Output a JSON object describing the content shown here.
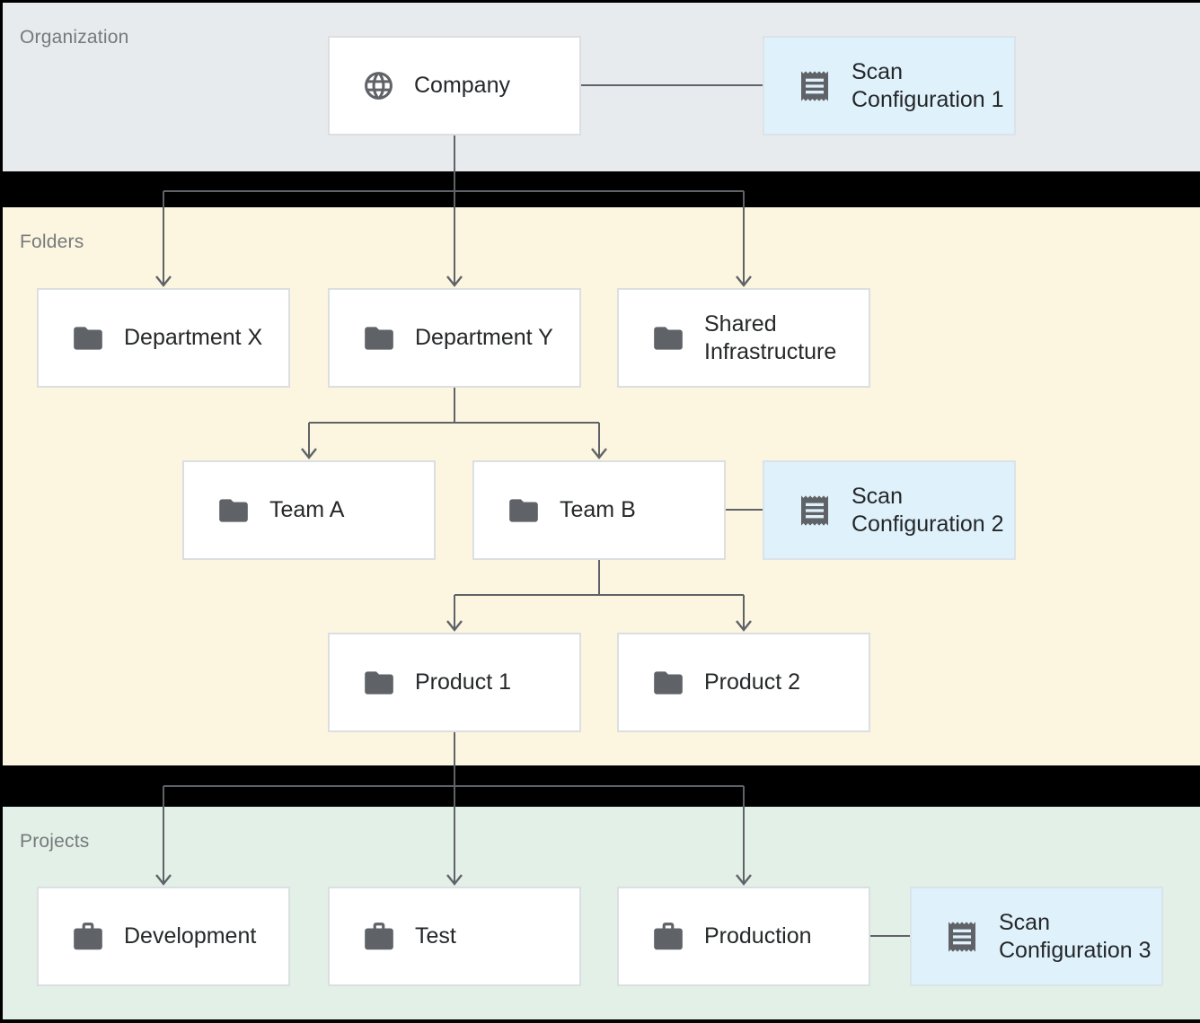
{
  "sections": [
    {
      "id": "organization",
      "label": "Organization"
    },
    {
      "id": "folders",
      "label": "Folders"
    },
    {
      "id": "projects",
      "label": "Projects"
    }
  ],
  "nodes": {
    "company": {
      "label": "Company",
      "icon": "globe-icon",
      "section": "organization"
    },
    "scan1": {
      "label": "Scan Configuration 1",
      "icon": "receipt-icon",
      "section": "organization"
    },
    "dept_x": {
      "label": "Department X",
      "icon": "folder-icon",
      "section": "folders"
    },
    "dept_y": {
      "label": "Department Y",
      "icon": "folder-icon",
      "section": "folders"
    },
    "shared_infra": {
      "label": "Shared Infrastructure",
      "icon": "folder-icon",
      "section": "folders"
    },
    "team_a": {
      "label": "Team A",
      "icon": "folder-icon",
      "section": "folders"
    },
    "team_b": {
      "label": "Team B",
      "icon": "folder-icon",
      "section": "folders"
    },
    "scan2": {
      "label": "Scan Configuration 2",
      "icon": "receipt-icon",
      "section": "folders"
    },
    "product_1": {
      "label": "Product 1",
      "icon": "folder-icon",
      "section": "folders"
    },
    "product_2": {
      "label": "Product 2",
      "icon": "folder-icon",
      "section": "folders"
    },
    "development": {
      "label": "Development",
      "icon": "briefcase-icon",
      "section": "projects"
    },
    "test": {
      "label": "Test",
      "icon": "briefcase-icon",
      "section": "projects"
    },
    "production": {
      "label": "Production",
      "icon": "briefcase-icon",
      "section": "projects"
    },
    "scan3": {
      "label": "Scan Configuration 3",
      "icon": "receipt-icon",
      "section": "projects"
    }
  },
  "edges": [
    {
      "from": "Company",
      "to": "Department X",
      "type": "arrow"
    },
    {
      "from": "Company",
      "to": "Department Y",
      "type": "arrow"
    },
    {
      "from": "Company",
      "to": "Shared Infrastructure",
      "type": "arrow"
    },
    {
      "from": "Company",
      "to": "Scan Configuration 1",
      "type": "association"
    },
    {
      "from": "Department Y",
      "to": "Team A",
      "type": "arrow"
    },
    {
      "from": "Department Y",
      "to": "Team B",
      "type": "arrow"
    },
    {
      "from": "Team B",
      "to": "Scan Configuration 2",
      "type": "association"
    },
    {
      "from": "Team B",
      "to": "Product 1",
      "type": "arrow"
    },
    {
      "from": "Team B",
      "to": "Product 2",
      "type": "arrow"
    },
    {
      "from": "Product 1",
      "to": "Development",
      "type": "arrow"
    },
    {
      "from": "Product 1",
      "to": "Test",
      "type": "arrow"
    },
    {
      "from": "Product 1",
      "to": "Production",
      "type": "arrow"
    },
    {
      "from": "Production",
      "to": "Scan Configuration 3",
      "type": "association"
    }
  ],
  "colors": {
    "background": "#000000",
    "organization_band": "#e8ebee",
    "folders_band": "#fcf5e0",
    "projects_band": "#e2f0e7",
    "node_fill": "#ffffff",
    "scan_node_fill": "#dff1fb",
    "node_border": "#dcdfe1",
    "connector": "#5f6368",
    "icon": "#5f6368",
    "node_text": "#252729",
    "section_label_text": "#76797c"
  }
}
